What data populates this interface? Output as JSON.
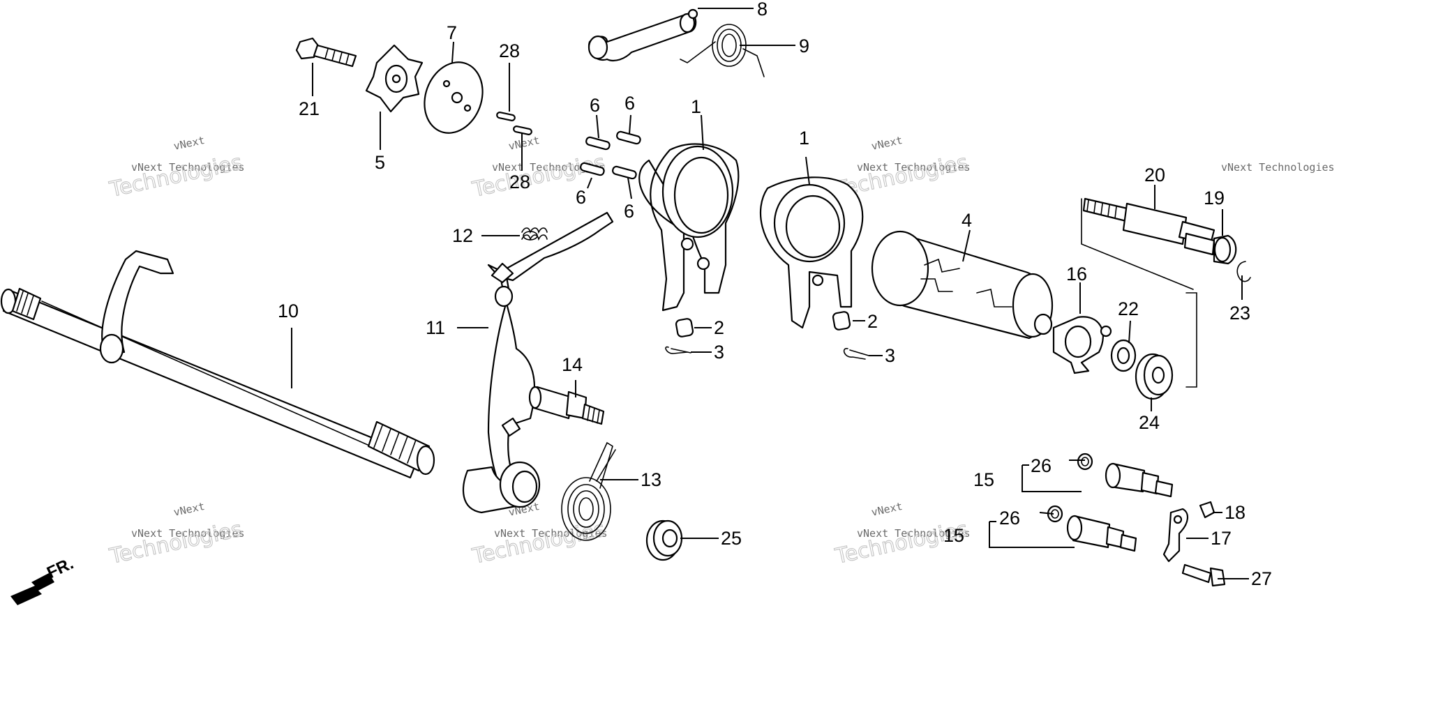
{
  "diagram": {
    "direction_label": "FR.",
    "watermark": {
      "line1": "vNext Technologies",
      "line2": "Technologies",
      "line_top": "vNext"
    },
    "callouts": [
      "1",
      "1",
      "2",
      "2",
      "3",
      "3",
      "4",
      "5",
      "6",
      "6",
      "6",
      "6",
      "7",
      "8",
      "9",
      "10",
      "11",
      "12",
      "13",
      "14",
      "15",
      "15",
      "16",
      "17",
      "18",
      "19",
      "20",
      "21",
      "22",
      "23",
      "24",
      "25",
      "26",
      "26",
      "27",
      "28",
      "28"
    ]
  }
}
